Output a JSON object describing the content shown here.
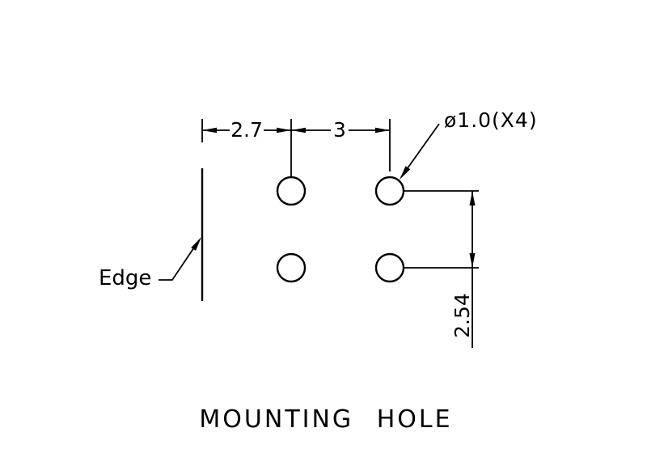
{
  "title": "MOUNTING HOLE",
  "labels": {
    "edge": "Edge",
    "hole_callout": "ø1.0(X4)",
    "dim_edge_to_col1": "2.7",
    "dim_col1_to_col2": "3",
    "dim_row_spacing": "2.54"
  },
  "drawing": {
    "hole_count": 4,
    "hole_diameter": "1.0",
    "colors": {
      "line": "#000000",
      "background": "#ffffff"
    }
  }
}
